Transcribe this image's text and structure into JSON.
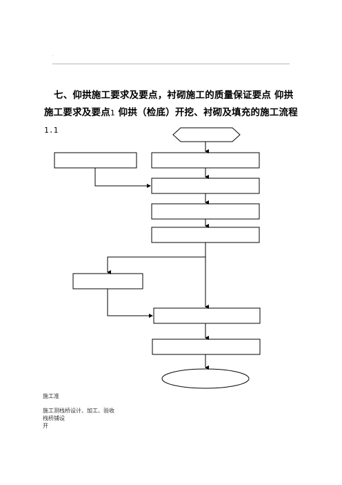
{
  "header": {
    "mark": "."
  },
  "heading": {
    "part1": "七、仰拱施工要求及要点，衬砌施工的质量保证要点 仰拱施工要求及要点",
    "num1": "1",
    "part2": "仰拱（检底）开挖、衬砌及填充的施工流程",
    "num2": "1.1"
  },
  "flowchart": {
    "nodes": [
      "start",
      "box-left-1",
      "box-main-1",
      "box-main-2",
      "box-main-3",
      "box-main-4",
      "box-left-2",
      "box-main-5",
      "box-main-6",
      "end"
    ]
  },
  "notes": [
    "施工准",
    "",
    "施工测栈桥设计、加工、验收",
    "栈桥铺设",
    "开"
  ]
}
